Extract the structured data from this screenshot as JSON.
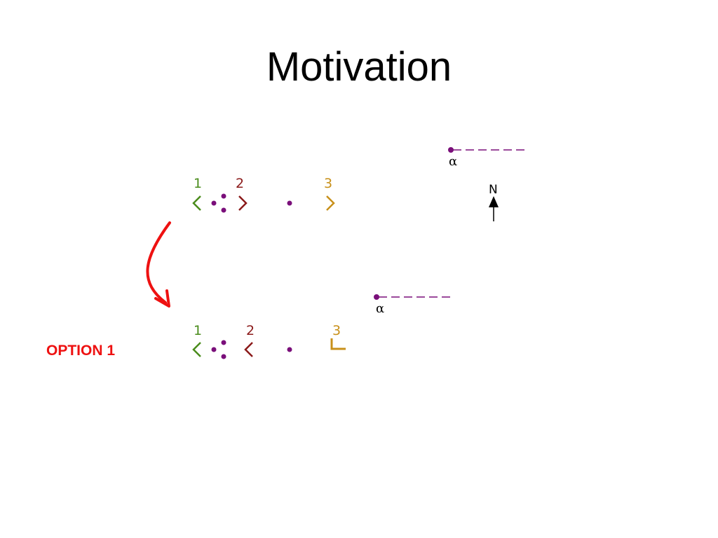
{
  "slide": {
    "title": "Motivation",
    "option_label": "OPTION 1"
  },
  "diagram": {
    "top_row": {
      "labels": [
        "1",
        "2",
        "3"
      ],
      "marker_label": "α"
    },
    "bottom_row": {
      "labels": [
        "1",
        "2",
        "3"
      ],
      "marker_label": "α"
    },
    "north_label": "N"
  },
  "colors": {
    "green": "#4a8c1c",
    "dark_red": "#8b1a1a",
    "orange": "#c8901a",
    "purple": "#7a0f7a",
    "arrow_red": "#ee1111",
    "black": "#000000"
  },
  "icons": {
    "north": "north-arrow-icon",
    "transition": "curved-arrow-icon"
  }
}
